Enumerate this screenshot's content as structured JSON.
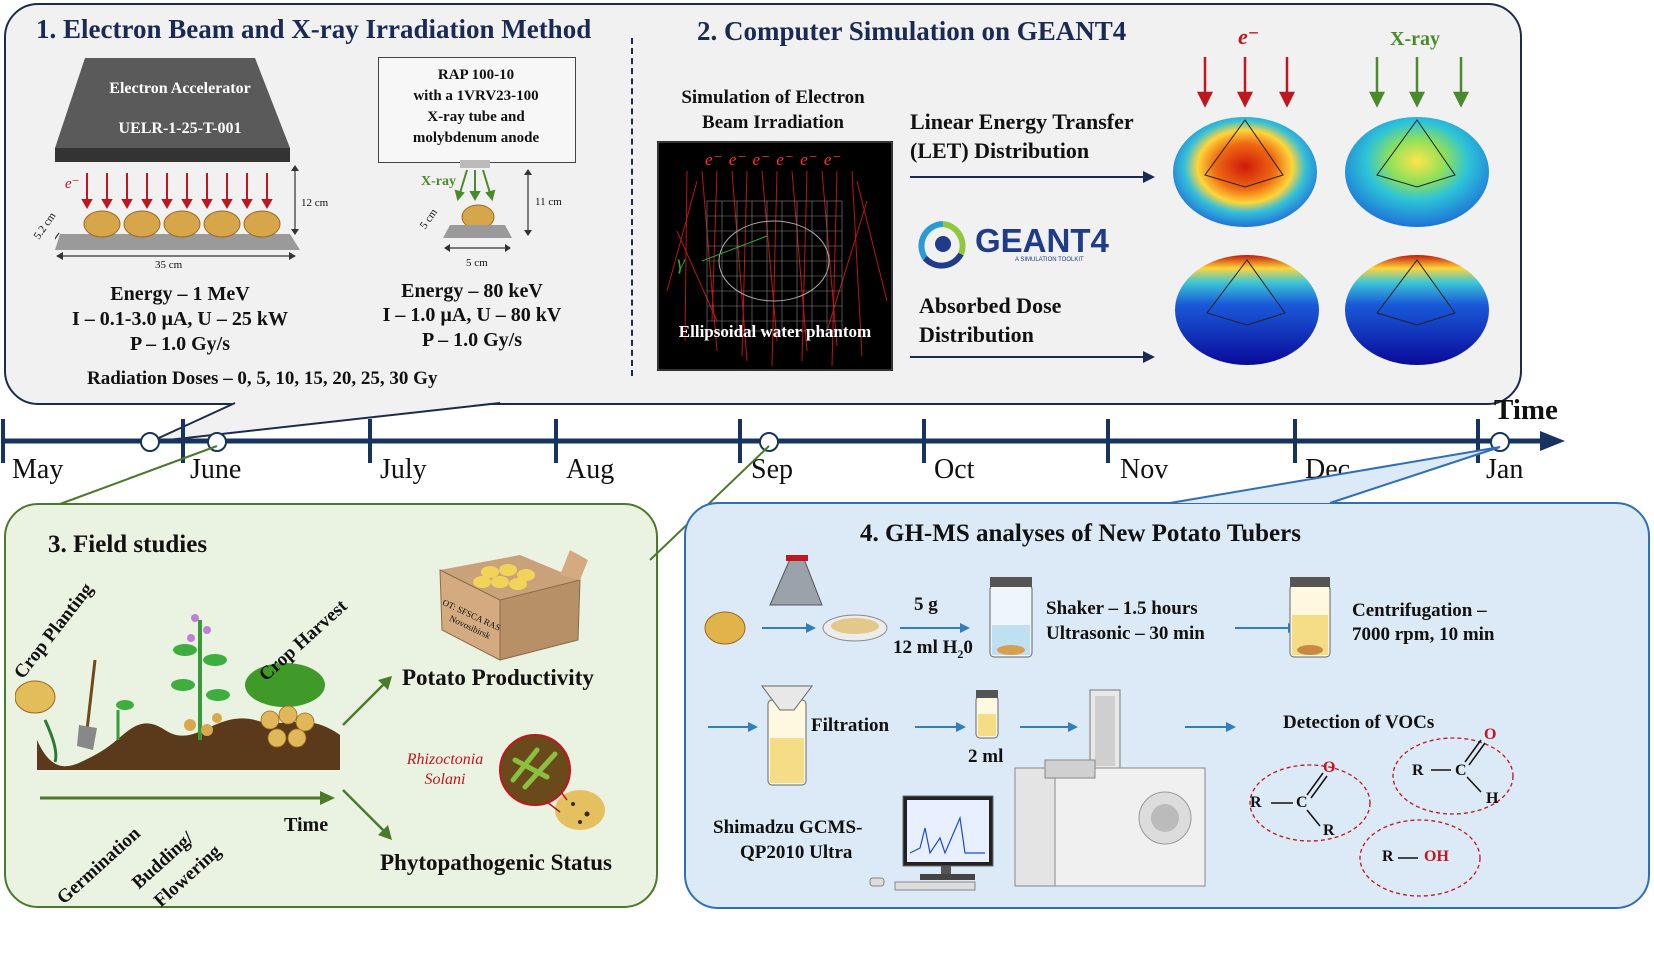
{
  "panel1": {
    "title": "1. Electron Beam and X-ray Irradiation Method",
    "accelerator_name": "Electron Accelerator",
    "accelerator_model": "UELR-1-25-T-001",
    "electron_label": "e⁻",
    "height_electron": "12 cm",
    "depth_electron": "5.2 cm",
    "width_electron": "35 cm",
    "xray_device_lines": [
      "RAP 100-10",
      "with a 1VRV23-100",
      "X-ray tube and",
      "molybdenum anode"
    ],
    "xray_label": "X-ray",
    "height_xray": "11 cm",
    "depth_xray": "5 cm",
    "width_xray": "5 cm",
    "electron_params": [
      "Energy – 1 MeV",
      "I – 0.1-3.0 µA, U – 25 kW",
      "P – 1.0 Gy/s"
    ],
    "xray_params": [
      "Energy – 80 keV",
      "I – 1.0 µA, U – 80 kV",
      "P – 1.0 Gy/s"
    ],
    "doses": "Radiation Doses – 0, 5, 10, 15, 20, 25, 30 Gy"
  },
  "panel2": {
    "title": "2. Computer Simulation on GEANT4",
    "sim_caption_1": "Simulation of Electron",
    "sim_caption_2": "Beam Irradiation",
    "sim_electron_row": "e⁻ e⁻ e⁻ e⁻ e⁻ e⁻",
    "sim_gamma": "γ",
    "phantom_label": "Ellipsoidal water phantom",
    "let_1": "Linear Energy Transfer",
    "let_2": "(LET) Distribution",
    "geant_logo": "GEANT4",
    "geant_sub": "A SIMULATION TOOLKIT",
    "dose_1": "Absorbed Dose",
    "dose_2": "Distribution",
    "col_electron": "e⁻",
    "col_xray": "X-ray"
  },
  "timeline": {
    "axis_title": "Time",
    "months": [
      "May",
      "June",
      "July",
      "Aug",
      "Sep",
      "Oct",
      "Nov",
      "Dec",
      "Jan"
    ]
  },
  "panel3": {
    "title": "3. Field studies",
    "crop_planting": "Crop Planting",
    "crop_harvest": "Crop Harvest",
    "germination": "Germination",
    "budding_1": "Budding/",
    "budding_2": "Flowering",
    "time_label": "Time",
    "box_text_1": "OT: SFSCA RAS",
    "box_text_2": "Novosibirsk",
    "productivity": "Potato Productivity",
    "pathogen_1": "Rhizoctonia",
    "pathogen_2": "Solani",
    "status": "Phytopathogenic Status"
  },
  "panel4": {
    "title": "4. GH-MS analyses of New Potato Tubers",
    "mass": "5 g",
    "water_vol": "12 ml H",
    "water_sub": "2",
    "water_o": "0",
    "shaker": "Shaker – 1.5 hours",
    "ultrasonic": "Ultrasonic – 30 min",
    "centri_1": "Centrifugation –",
    "centri_2": "7000 rpm, 10 min",
    "filtration": "Filtration",
    "final_vol": "2 ml",
    "instrument_1": "Shimadzu GCMS-",
    "instrument_2": "QP2010 Ultra",
    "detection": "Detection of VOCs",
    "mol_R": "R",
    "mol_C": "C",
    "mol_O": "O",
    "mol_H": "H",
    "mol_OH": "OH"
  },
  "colors": {
    "panel1_bg": "#f1f1f1",
    "panel3_bg": "#eaf2e2",
    "panel4_bg": "#dce9f6",
    "timeline": "#17335f",
    "electron_arrow": "#c0161d",
    "xray_arrow": "#4a8a2a",
    "field_arrow": "#4a7a2a",
    "gc_arrow": "#2f7fc0",
    "molecule_red": "#c0161d"
  }
}
